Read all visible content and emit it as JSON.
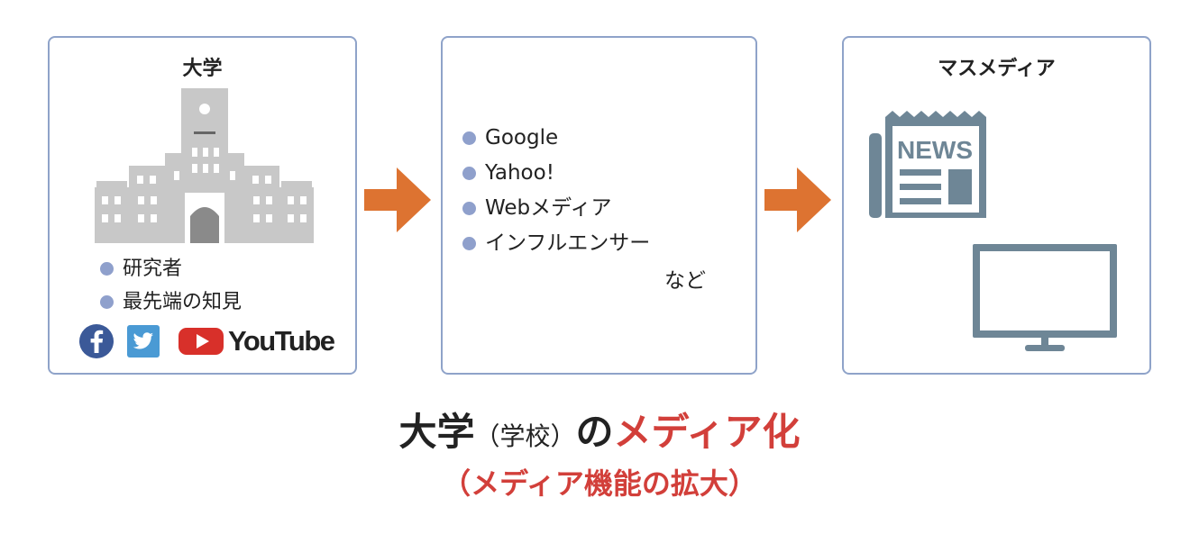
{
  "university": {
    "title": "大学",
    "bullets": [
      "研究者",
      "最先端の知見"
    ],
    "social": {
      "youtube_label": "YouTube"
    }
  },
  "web": {
    "bullets": [
      "Google",
      "Yahoo!",
      "Webメディア",
      "インフルエンサー"
    ],
    "etc": "など"
  },
  "media": {
    "title": "マスメディア",
    "news_label": "NEWS"
  },
  "caption": {
    "main_1": "大学",
    "main_paren": "（学校）",
    "main_2": "の",
    "main_red": "メディア化",
    "sub": "（メディア機能の拡大）"
  },
  "colors": {
    "panel_border": "#8fa3c9",
    "arrow": "#dd7331",
    "accent_red": "#d23f3a",
    "bullet_dot": "#8fa0cc",
    "building_gray": "#c8c8c8",
    "media_icon": "#6e8696",
    "facebook": "#3b5998",
    "twitter": "#4a9ad4",
    "youtube": "#d8302a"
  }
}
